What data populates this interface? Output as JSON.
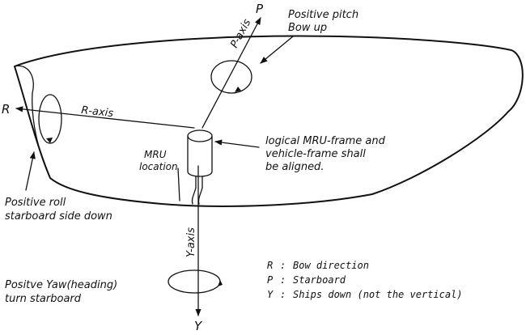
{
  "axes": {
    "p_label": "P",
    "p_axis_label": "P-axis",
    "r_label": "R",
    "r_axis_label": "R-axis",
    "y_label": "Y",
    "y_axis_label": "Y-axis"
  },
  "annotations": {
    "pitch_line1": "Positive pitch",
    "pitch_line2": "Bow up",
    "frame_line1": "logical MRU-frame and",
    "frame_line2": "vehicle-frame shall",
    "frame_line3": "be aligned.",
    "mru_line1": "MRU",
    "mru_line2": "location",
    "roll_line1": "Positive roll",
    "roll_line2": "starboard side down",
    "yaw_line1": "Positve Yaw(heading)",
    "yaw_line2": "turn starboard"
  },
  "legend": [
    {
      "key": "R",
      "sep": ":",
      "desc": "Bow direction"
    },
    {
      "key": "P",
      "sep": ":",
      "desc": "Starboard"
    },
    {
      "key": "Y",
      "sep": ":",
      "desc": "Ships down (not the vertical)"
    }
  ]
}
